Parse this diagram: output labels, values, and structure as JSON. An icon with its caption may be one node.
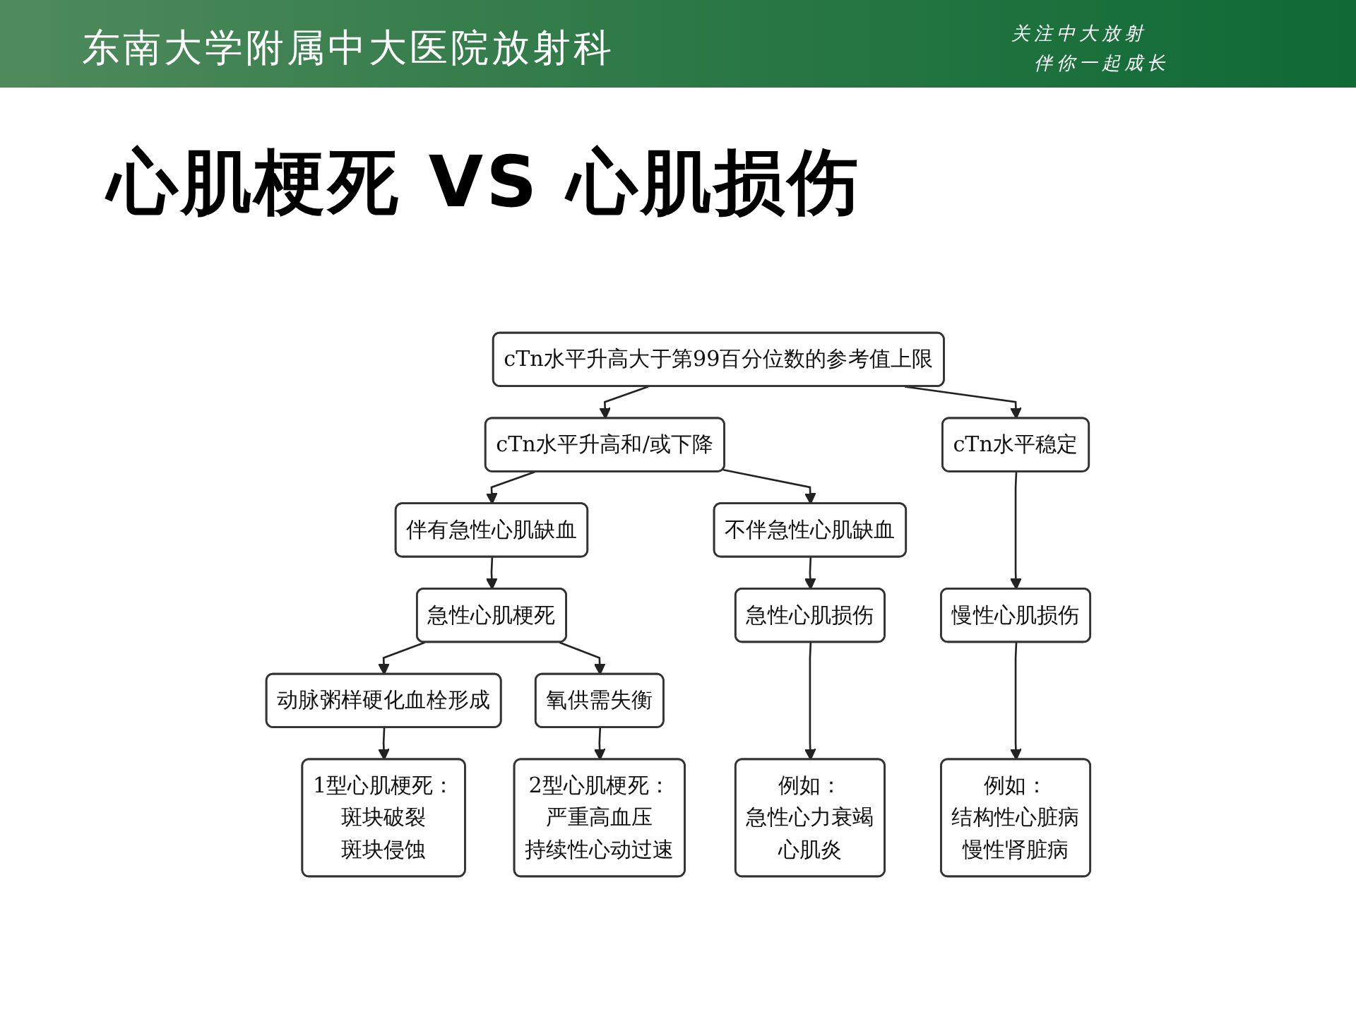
{
  "diagram": {
    "title": "心肌梗死 VS 心肌损伤",
    "nodes": [
      {
        "text": [
          "cTn水平升高大于第99百分位数的参考值上限"
        ]
      },
      {
        "text": [
          "cTn水平升高和/或下降"
        ]
      },
      {
        "text": [
          "cTn水平稳定"
        ]
      },
      {
        "text": [
          "伴有急性心肌缺血"
        ]
      },
      {
        "text": [
          "不伴急性心肌缺血"
        ]
      },
      {
        "text": [
          "急性心肌梗死"
        ]
      },
      {
        "text": [
          "急性心肌损伤"
        ]
      },
      {
        "text": [
          "慢性心肌损伤"
        ]
      },
      {
        "text": [
          "动脉粥样硬化血栓形成"
        ]
      },
      {
        "text": [
          "氧供需失衡"
        ]
      },
      {
        "text": [
          "1型心肌梗死：",
          "斑块破裂",
          "斑块侵蚀"
        ]
      },
      {
        "text": [
          "2型心肌梗死：",
          "严重高血压",
          "持续性心动过速"
        ]
      },
      {
        "text": [
          "例如：",
          "急性心力衰竭",
          "心肌炎"
        ]
      },
      {
        "text": [
          "例如：",
          "结构性心脏病",
          "慢性肾脏病"
        ]
      }
    ],
    "edges": [
      {
        "from": 0,
        "to": 1,
        "arrow": "to"
      },
      {
        "from": 0,
        "to": 2,
        "arrow": "to"
      },
      {
        "from": 1,
        "to": 3,
        "arrow": "to"
      },
      {
        "from": 1,
        "to": 4,
        "arrow": "to"
      },
      {
        "from": 3,
        "to": 5,
        "arrow": "to"
      },
      {
        "from": 4,
        "to": 6,
        "arrow": "to"
      },
      {
        "from": 2,
        "to": 7,
        "arrow": "to"
      },
      {
        "from": 5,
        "to": 8,
        "arrow": "to"
      },
      {
        "from": 5,
        "to": 9,
        "arrow": "to"
      },
      {
        "from": 8,
        "to": 10,
        "arrow": "to"
      },
      {
        "from": 9,
        "to": 11,
        "arrow": "to"
      },
      {
        "from": 6,
        "to": 12,
        "arrow": "to"
      },
      {
        "from": 7,
        "to": 13,
        "arrow": "to"
      }
    ],
    "labels": [
      "东南大学附属中大医院放射科",
      "关注中大放射",
      "伴你一起成长"
    ]
  }
}
